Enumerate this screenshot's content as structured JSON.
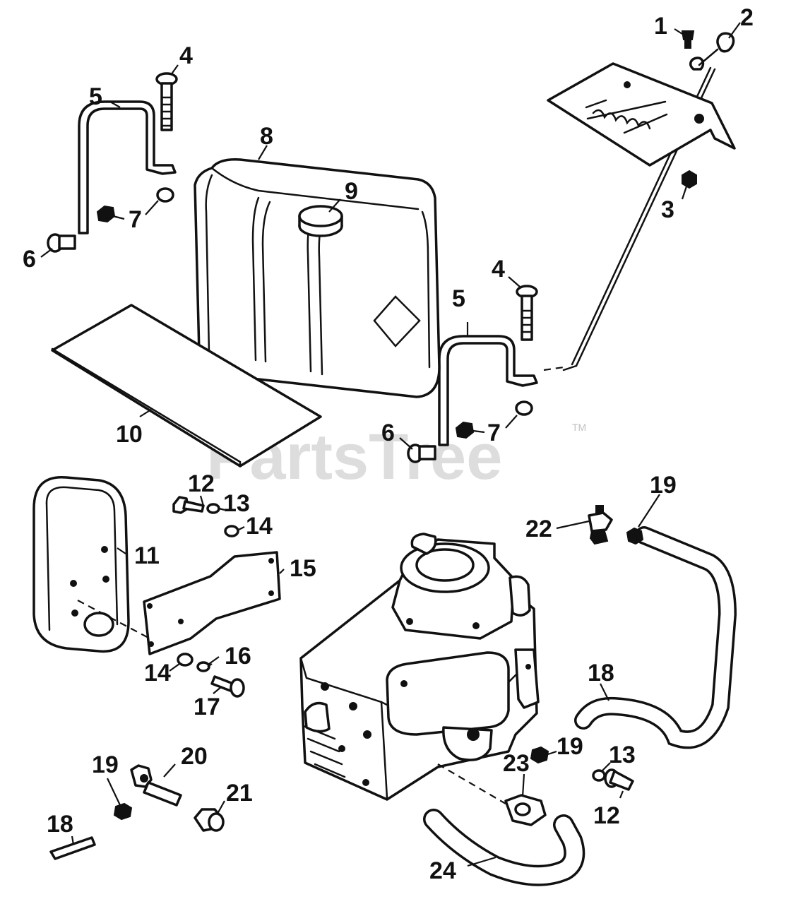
{
  "watermark": {
    "text": "PartsTree",
    "trademark": "TM"
  },
  "callouts": {
    "c1": "1",
    "c2": "2",
    "c3": "3",
    "c4a": "4",
    "c4b": "4",
    "c5a": "5",
    "c5b": "5",
    "c6a": "6",
    "c6b": "6",
    "c7a": "7",
    "c7b": "7",
    "c8": "8",
    "c9": "9",
    "c10": "10",
    "c11": "11",
    "c12a": "12",
    "c12b": "12",
    "c13a": "13",
    "c13b": "13",
    "c14a": "14",
    "c14b": "14",
    "c15": "15",
    "c16": "16",
    "c17": "17",
    "c18a": "18",
    "c18b": "18",
    "c19a": "19",
    "c19b": "19",
    "c19c": "19",
    "c20": "20",
    "c21": "21",
    "c22": "22",
    "c23": "23",
    "c24": "24"
  }
}
